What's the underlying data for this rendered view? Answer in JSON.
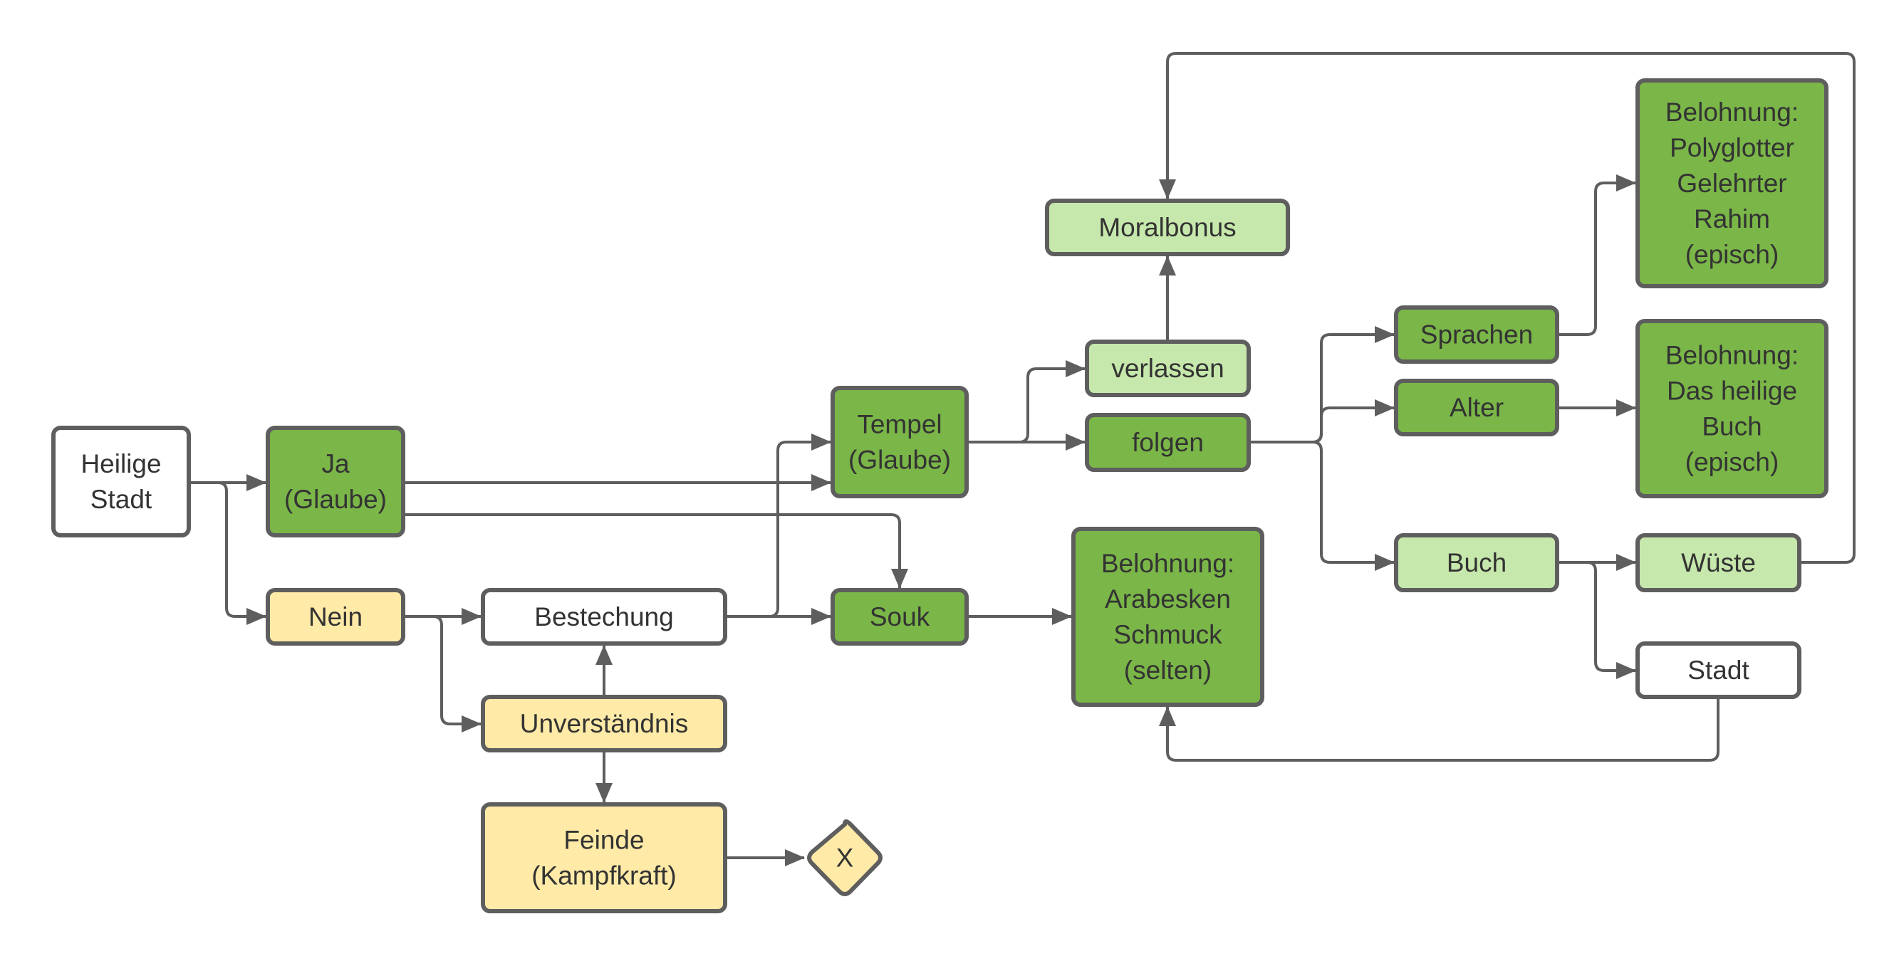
{
  "colors": {
    "dark_green": "#7ab648",
    "light_green": "#c7e8ac",
    "yellow": "#ffeaa7",
    "white": "#ffffff",
    "stroke": "#5e5e5e",
    "text": "#333333"
  },
  "nodes": [
    {
      "id": "heilige-stadt",
      "lines": [
        "Heilige",
        "Stadt"
      ],
      "fill": "white"
    },
    {
      "id": "ja-glaube",
      "lines": [
        "Ja",
        "(Glaube)"
      ],
      "fill": "dark_green"
    },
    {
      "id": "nein",
      "lines": [
        "Nein"
      ],
      "fill": "yellow"
    },
    {
      "id": "bestechung",
      "lines": [
        "Bestechung"
      ],
      "fill": "white"
    },
    {
      "id": "unverstaendnis",
      "lines": [
        "Unverständnis"
      ],
      "fill": "yellow"
    },
    {
      "id": "feinde",
      "lines": [
        "Feinde",
        "(Kampfkraft)"
      ],
      "fill": "yellow"
    },
    {
      "id": "x-end",
      "lines": [
        "X"
      ],
      "fill": "yellow",
      "shape": "diamond"
    },
    {
      "id": "tempel",
      "lines": [
        "Tempel",
        "(Glaube)"
      ],
      "fill": "dark_green"
    },
    {
      "id": "souk",
      "lines": [
        "Souk"
      ],
      "fill": "dark_green"
    },
    {
      "id": "verlassen",
      "lines": [
        "verlassen"
      ],
      "fill": "light_green"
    },
    {
      "id": "folgen",
      "lines": [
        "folgen"
      ],
      "fill": "dark_green"
    },
    {
      "id": "moralbonus",
      "lines": [
        "Moralbonus"
      ],
      "fill": "light_green"
    },
    {
      "id": "belohnung-arabesken",
      "lines": [
        "Belohnung:",
        "Arabesken",
        "Schmuck",
        "(selten)"
      ],
      "fill": "dark_green"
    },
    {
      "id": "sprachen",
      "lines": [
        "Sprachen"
      ],
      "fill": "dark_green"
    },
    {
      "id": "alter",
      "lines": [
        "Alter"
      ],
      "fill": "dark_green"
    },
    {
      "id": "buch",
      "lines": [
        "Buch"
      ],
      "fill": "light_green"
    },
    {
      "id": "belohnung-rahim",
      "lines": [
        "Belohnung:",
        "Polyglotter",
        "Gelehrter",
        "Rahim",
        "(episch)"
      ],
      "fill": "dark_green"
    },
    {
      "id": "belohnung-buch",
      "lines": [
        "Belohnung:",
        "Das heilige",
        "Buch",
        "(episch)"
      ],
      "fill": "dark_green"
    },
    {
      "id": "wueste",
      "lines": [
        "Wüste"
      ],
      "fill": "light_green"
    },
    {
      "id": "stadt",
      "lines": [
        "Stadt"
      ],
      "fill": "white"
    }
  ],
  "edges": [
    {
      "from": "heilige-stadt",
      "to": "ja-glaube"
    },
    {
      "from": "heilige-stadt",
      "to": "nein"
    },
    {
      "from": "ja-glaube",
      "to": "tempel"
    },
    {
      "from": "ja-glaube",
      "to": "souk"
    },
    {
      "from": "nein",
      "to": "bestechung"
    },
    {
      "from": "nein",
      "to": "unverstaendnis"
    },
    {
      "from": "unverstaendnis",
      "to": "bestechung"
    },
    {
      "from": "unverstaendnis",
      "to": "feinde"
    },
    {
      "from": "feinde",
      "to": "x-end"
    },
    {
      "from": "bestechung",
      "to": "tempel"
    },
    {
      "from": "bestechung",
      "to": "souk"
    },
    {
      "from": "souk",
      "to": "belohnung-arabesken"
    },
    {
      "from": "tempel",
      "to": "verlassen"
    },
    {
      "from": "tempel",
      "to": "folgen"
    },
    {
      "from": "verlassen",
      "to": "moralbonus"
    },
    {
      "from": "folgen",
      "to": "sprachen"
    },
    {
      "from": "folgen",
      "to": "alter"
    },
    {
      "from": "folgen",
      "to": "buch"
    },
    {
      "from": "sprachen",
      "to": "belohnung-rahim"
    },
    {
      "from": "alter",
      "to": "belohnung-buch"
    },
    {
      "from": "buch",
      "to": "wueste"
    },
    {
      "from": "buch",
      "to": "stadt"
    },
    {
      "from": "wueste",
      "to": "moralbonus"
    },
    {
      "from": "stadt",
      "to": "belohnung-arabesken"
    }
  ]
}
